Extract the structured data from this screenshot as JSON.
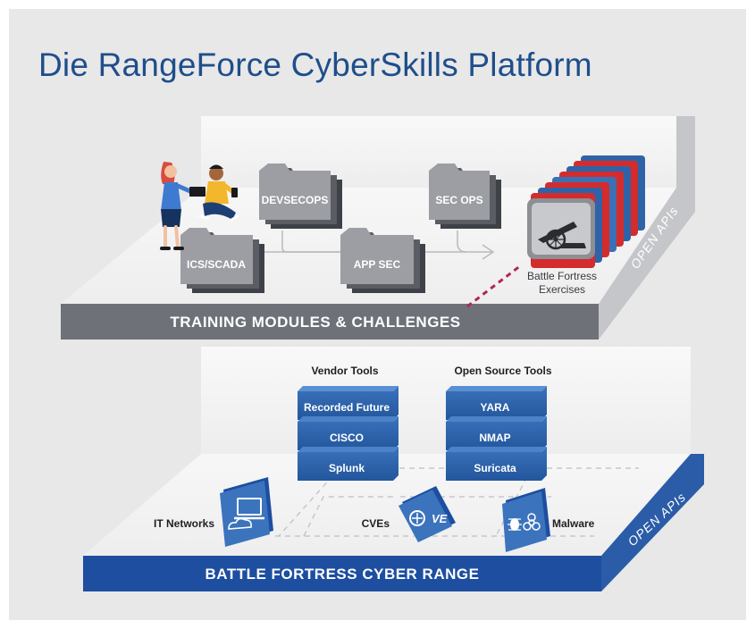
{
  "title": "Die RangeForce CyberSkills Platform",
  "top_layer": {
    "label": "TRAINING MODULES & CHALLENGES",
    "side_label": "OPEN APIs",
    "modules": [
      "DEVSECOPS",
      "SEC OPS",
      "ICS/SCADA",
      "APP SEC"
    ],
    "exercise_caption": [
      "Battle Fortress",
      "Exercises"
    ]
  },
  "bottom_layer": {
    "label": "BATTLE FORTRESS CYBER RANGE",
    "side_label": "OPEN APIs",
    "vendor_tools": {
      "heading": "Vendor Tools",
      "items": [
        "Recorded Future",
        "CISCO",
        "Splunk"
      ]
    },
    "open_source_tools": {
      "heading": "Open Source Tools",
      "items": [
        "YARA",
        "NMAP",
        "Suricata"
      ]
    },
    "features": [
      {
        "label": "IT Networks",
        "icon": "laptop-cloud-icon"
      },
      {
        "label": "CVEs",
        "icon": "cve-icon"
      },
      {
        "label": "Malware",
        "icon": "bug-biohazard-icon"
      }
    ]
  },
  "colors": {
    "background": "#e8e8e9",
    "title": "#1f4e8a",
    "top_band": "#6e7178",
    "bottom_band": "#1d4ea0",
    "stack_blue": "#2f63a8",
    "exercise_red": "#d42c2c",
    "exercise_blue": "#2f63a8",
    "dashed_accent": "#b3245a"
  }
}
